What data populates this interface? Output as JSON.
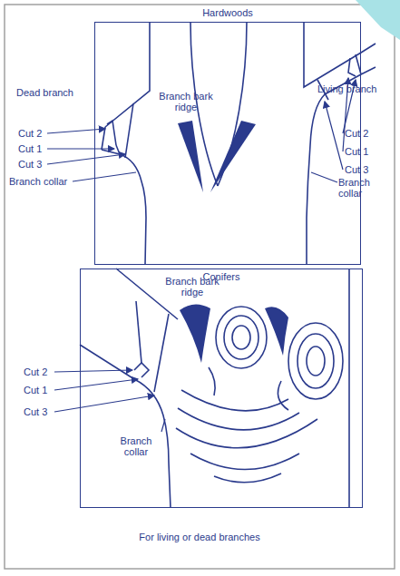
{
  "diagram": {
    "nodes": [
      {
        "text": [
          "Hardwoods"
        ]
      },
      {
        "text": [
          "Conifers"
        ]
      }
    ],
    "labels": [
      "Dead branch",
      "Branch bark ridge",
      "Living branch",
      "Cut 2",
      "Cut 1",
      "Cut 3",
      "Branch collar",
      "Cut 2",
      "Cut 1",
      "Cut 3",
      "Branch collar",
      "Branch bark ridge",
      "Cut 2",
      "Cut 1",
      "Cut 3",
      "Branch collar",
      "For living or dead branches"
    ]
  }
}
